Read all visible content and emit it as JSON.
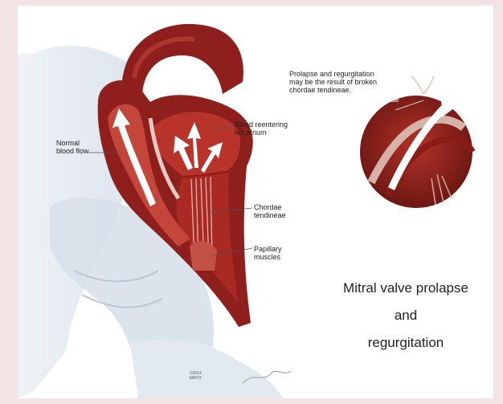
{
  "labels": {
    "normal_blood_flow": "Normal\nblood flow",
    "blood_reentering": "Blood reentering\nleft atrium",
    "chordae_tendineae": "Chordae\ntendineae",
    "papillary_muscles": "Papillary\nmuscles"
  },
  "inset": {
    "caption": "Prolapse and regurgitation\nmay be the result of broken\nchordae tendineae.",
    "broken_chordae": "Broken\nchordae"
  },
  "title": {
    "line1": "Mitral valve prolapse",
    "line2": "and",
    "line3": "regurgitation"
  },
  "copyright": "©2014\nMAYO",
  "colors": {
    "muscle": "#8e1f1c",
    "muscle_dark": "#5e1210",
    "chamber": "#c0392b",
    "pale_vessel": "#dfe6ee",
    "arrow": "#ffffff"
  }
}
